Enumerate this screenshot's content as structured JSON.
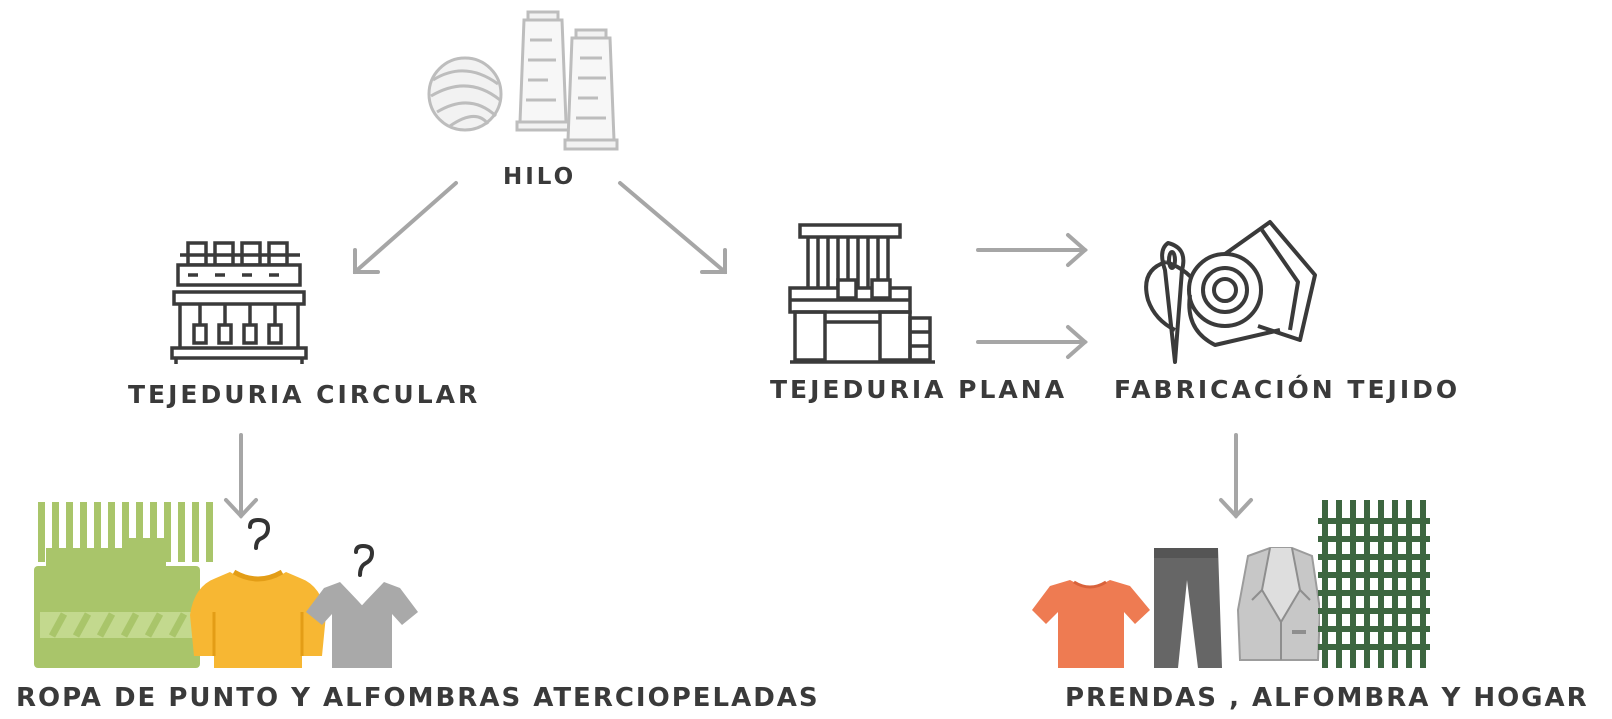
{
  "labels": {
    "yarn": "HILO",
    "circular": "TEJEDURIA CIRCULAR",
    "flat": "TEJEDURIA PLANA",
    "fabric": "FABRICACIÓN TEJIDO",
    "knit_products": "ROPA DE PUNTO Y ALFOMBRAS ATERCIOPELADAS",
    "woven_products": "PRENDAS , ALFOMBRA Y HOGAR"
  },
  "colors": {
    "text": "#3a3a3a",
    "arrow": "#a6a6a6",
    "yarn_icon": "#bdbdbd",
    "machine_icon": "#3a3a3a",
    "green_fabric": "#a9c56a",
    "sweater": "#f7b733",
    "grey_tee": "#a9a9a9",
    "orange_tee": "#ee7b52",
    "pants": "#666666",
    "jacket": "#bdbdbd",
    "dark_grid": "#3d6640"
  }
}
